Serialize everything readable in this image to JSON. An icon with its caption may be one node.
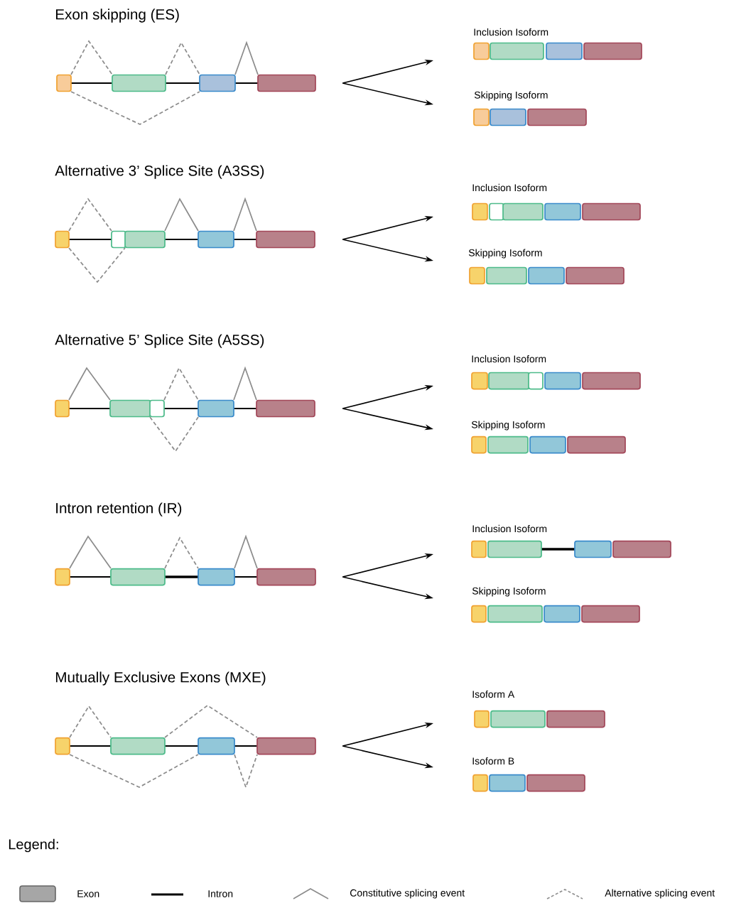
{
  "diagram": {
    "nodes": [
      {
        "text": [
          "Exon skipping (ES)"
        ]
      },
      {
        "text": [
          "Inclusion Isoform"
        ]
      },
      {
        "text": [
          "Skipping Isoform"
        ]
      },
      {
        "text": [
          "Alternative 3’ Splice Site (A3SS)"
        ]
      },
      {
        "text": [
          "Inclusion Isoform"
        ]
      },
      {
        "text": [
          "Skipping Isoform"
        ]
      },
      {
        "text": [
          "Alternative 5’ Splice Site (A5SS)"
        ]
      },
      {
        "text": [
          "Inclusion Isoform"
        ]
      },
      {
        "text": [
          "Skipping Isoform"
        ]
      },
      {
        "text": [
          "Intron retention (IR)"
        ]
      },
      {
        "text": [
          "Inclusion Isoform"
        ]
      },
      {
        "text": [
          "Skipping Isoform"
        ]
      },
      {
        "text": [
          "Mutually Exclusive Exons (MXE)"
        ]
      },
      {
        "text": [
          "Isoform A"
        ]
      },
      {
        "text": [
          "Isoform B"
        ]
      }
    ],
    "edges": [
      {
        "from": 0,
        "to": 1,
        "arrow": "to"
      },
      {
        "from": 0,
        "to": 2,
        "arrow": "to"
      },
      {
        "from": 3,
        "to": 4,
        "arrow": "to"
      },
      {
        "from": 3,
        "to": 5,
        "arrow": "to"
      },
      {
        "from": 6,
        "to": 7,
        "arrow": "to"
      },
      {
        "from": 6,
        "to": 8,
        "arrow": "to"
      },
      {
        "from": 9,
        "to": 10,
        "arrow": "to"
      },
      {
        "from": 9,
        "to": 11,
        "arrow": "to"
      },
      {
        "from": 12,
        "to": 13,
        "arrow": "to"
      },
      {
        "from": 12,
        "to": 14,
        "arrow": "to"
      }
    ],
    "labels": [
      "Legend:"
    ],
    "legend": [
      {
        "text": "Exon"
      },
      {
        "text": "Intron"
      },
      {
        "text": "Constitutive splicing event"
      },
      {
        "text": "Alternative splicing event"
      }
    ]
  }
}
